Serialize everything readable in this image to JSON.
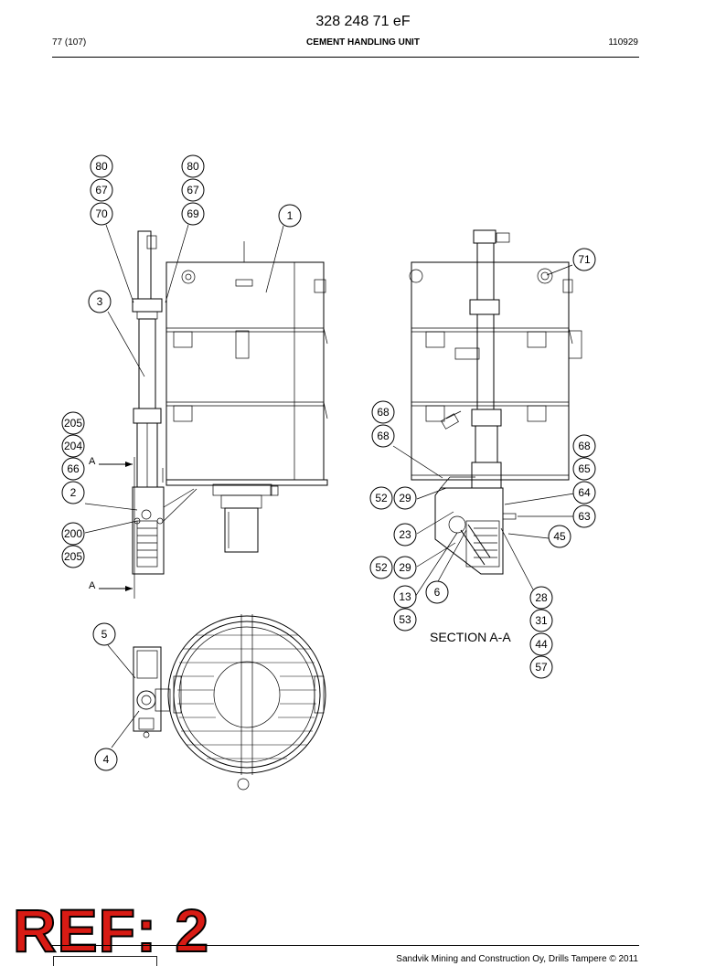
{
  "header": {
    "doc_number": "328 248 71 eF",
    "page_count": "77 (107)",
    "title": "CEMENT HANDLING UNIT",
    "date": "110929"
  },
  "drawing": {
    "section_label": "SECTION A-A",
    "section_marker": "A"
  },
  "callouts": [
    "80",
    "67",
    "70",
    "80",
    "67",
    "69",
    "1",
    "3",
    "205",
    "204",
    "66",
    "2",
    "200",
    "205",
    "71",
    "68",
    "68",
    "52",
    "29",
    "23",
    "52",
    "29",
    "13",
    "6",
    "53",
    "68",
    "65",
    "64",
    "63",
    "45",
    "28",
    "31",
    "44",
    "57",
    "5",
    "4"
  ],
  "stamp": {
    "text": "REF: 2",
    "color": "#d81b14"
  },
  "footer": {
    "copyright": "Sandvik Mining and Construction Oy, Drills Tampere © 2011"
  }
}
